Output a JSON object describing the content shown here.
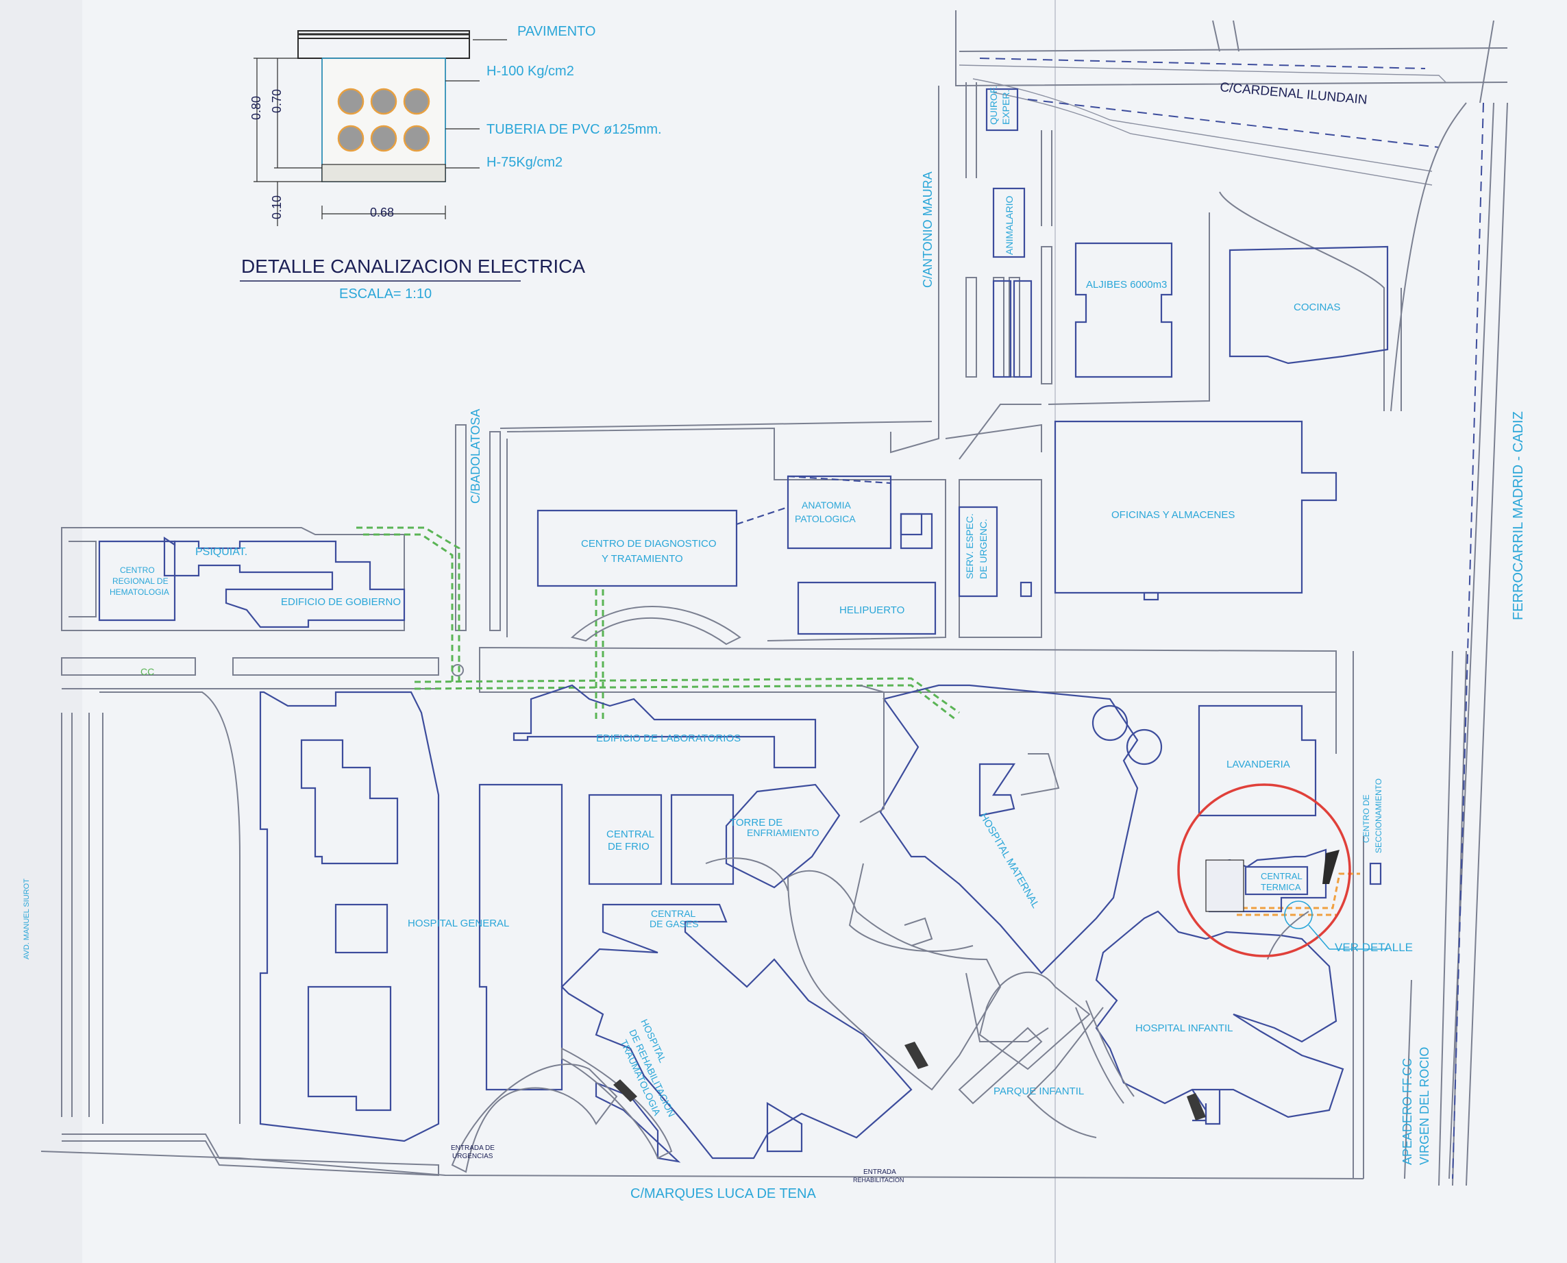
{
  "detail": {
    "pavimento": "PAVIMENTO",
    "h100": "H-100 Kg/cm2",
    "tuberia": "TUBERIA DE PVC ø125mm.",
    "h75": "H-75Kg/cm2",
    "dim_080": "0.80",
    "dim_070": "0.70",
    "dim_010": "0.10",
    "dim_068": "0.68",
    "title": "DETALLE CANALIZACION ELECTRICA",
    "scale": "ESCALA= 1:10"
  },
  "streets": {
    "cardenal": "C/CARDENAL ILUNDAIN",
    "antonio_maura": "C/ANTONIO MAURA",
    "badolatosa": "C/BADOLATOSA",
    "marques": "C/MARQUES LUCA DE TENA",
    "manuel_siurot": "AVD. MANUEL SIUROT",
    "ferrocarril": "FERROCARRIL MADRID - CADIZ",
    "apeadero_1": "APEADERO FF.CC",
    "apeadero_2": "VIRGEN DEL ROCIO"
  },
  "buildings": {
    "quirof_1": "QUIROF.",
    "quirof_2": "EXPER.",
    "animalario": "ANIMALARIO",
    "aljibes": "ALJIBES 6000m3",
    "cocinas": "COCINAS",
    "oficinas": "OFICINAS Y ALMACENES",
    "serv_1": "SERV. ESPEC.",
    "serv_2": "DE URGENC.",
    "anatomia_1": "ANATOMIA",
    "anatomia_2": "PATOLOGICA",
    "diag_1": "CENTRO DE DIAGNOSTICO",
    "diag_2": "Y TRATAMIENTO",
    "helipuerto": "HELIPUERTO",
    "psiquiat": "PSIQUIAT.",
    "hemato_1": "CENTRO",
    "hemato_2": "REGIONAL DE",
    "hemato_3": "HEMATOLOGIA",
    "gobierno": "EDIFICIO DE GOBIERNO",
    "cc": "CC",
    "laboratorios": "EDIFICIO DE LABORATORIOS",
    "hosp_general": "HOSPITAL GENERAL",
    "frio_1": "CENTRAL",
    "frio_2": "DE FRIO",
    "torre_1": "TORRE DE",
    "torre_2": "ENFRIAMIENTO",
    "gases_1": "CENTRAL",
    "gases_2": "DE GASES",
    "rehab_1": "HOSPITAL",
    "rehab_2": "DE REHABILITACION",
    "rehab_3": "TRAUMATOLOGIA",
    "maternal": "HOSPITAL MATERNAL",
    "lavanderia": "LAVANDERIA",
    "termica_1": "CENTRAL",
    "termica_2": "TERMICA",
    "seccion_1": "CENTRO DE",
    "seccion_2": "SECCIONAMIENTO",
    "ver_detalle": "VER DETALLE",
    "infantil": "HOSPITAL INFANTIL",
    "parque": "PARQUE INFANTIL",
    "urg_1": "ENTRADA DE",
    "urg_2": "URGENCIAS",
    "rehab_ent_1": "ENTRADA",
    "rehab_ent_2": "REHABILITACION"
  },
  "colors": {
    "label": "#2aa6d8",
    "building": "#3c4c9c",
    "conduit": "#5ab455",
    "highlight": "#e0403a",
    "cable": "#f0a040"
  }
}
